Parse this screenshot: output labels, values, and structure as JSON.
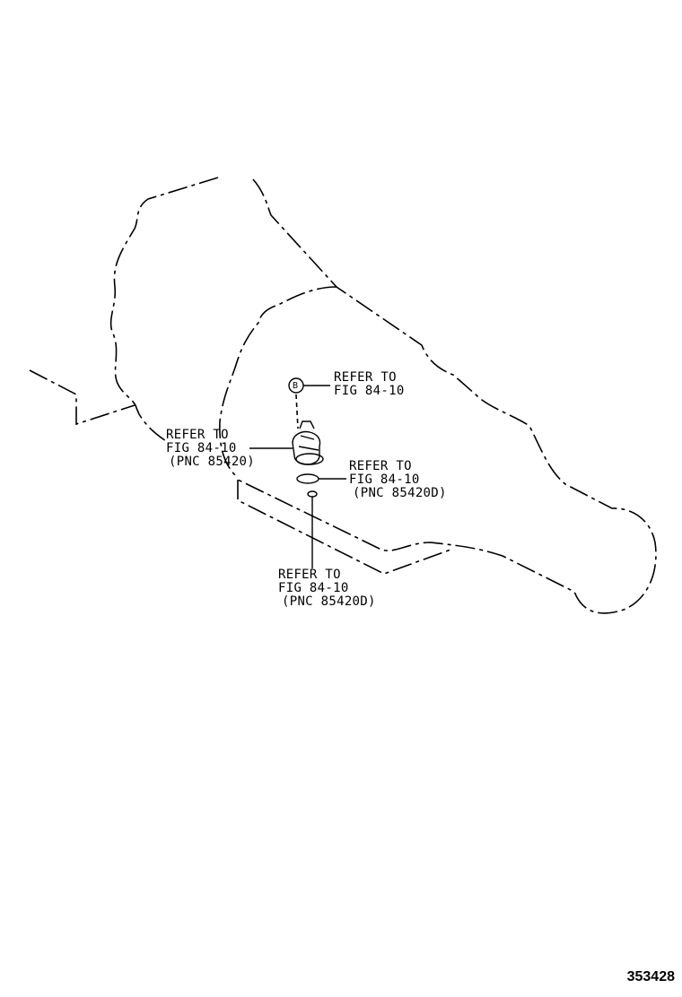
{
  "callouts": [
    {
      "id": "c1",
      "lines": [
        "REFER TO",
        "FIG 84-10"
      ]
    },
    {
      "id": "c2",
      "lines": [
        "REFER TO",
        "FIG 84-10",
        "(PNC 85420)"
      ]
    },
    {
      "id": "c3",
      "lines": [
        "REFER TO",
        "FIG 84-10",
        "(PNC 85420D)"
      ]
    },
    {
      "id": "c4",
      "lines": [
        "REFER TO",
        "FIG 84-10",
        "(PNC 85420D)"
      ]
    }
  ],
  "marker": {
    "letter": "B"
  },
  "figure_id": "353428"
}
